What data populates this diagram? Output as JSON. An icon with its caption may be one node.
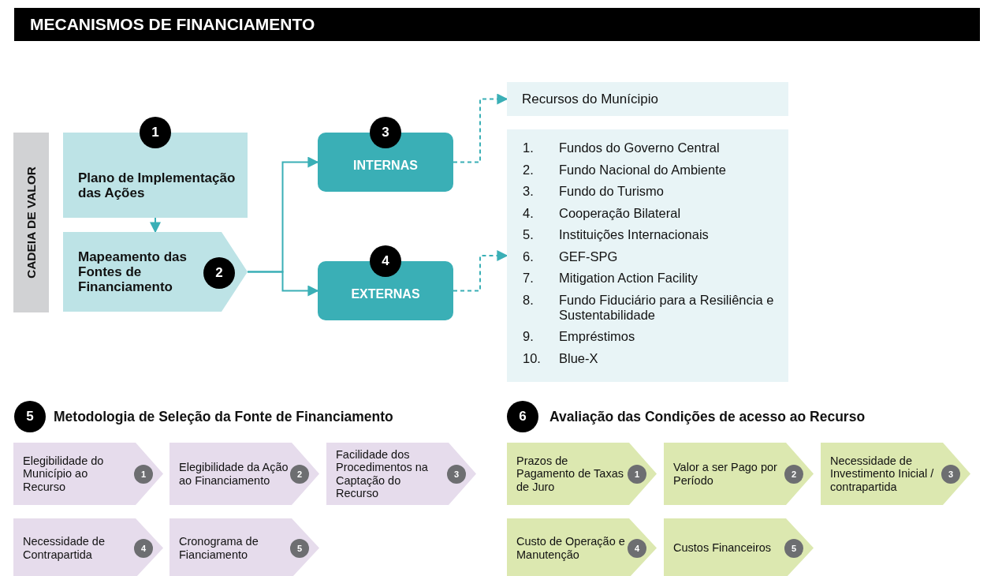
{
  "diagram": {
    "title": "MECANISMOS DE FINANCIAMENTO",
    "nodes": [
      {
        "text": [
          "CADEIA DE VALOR"
        ]
      },
      {
        "text": [
          "1",
          "Plano de Implementação das Ações"
        ]
      },
      {
        "text": [
          "Mapeamento das Fontes de Financiamento",
          "2"
        ]
      },
      {
        "text": [
          "3",
          "INTERNAS"
        ]
      },
      {
        "text": [
          "4",
          "EXTERNAS"
        ]
      },
      {
        "text": [
          "Recursos do Munícipio"
        ]
      },
      {
        "text": [
          "1. Fundos do Governo Central",
          "2. Fundo Nacional do Ambiente",
          "3. Fundo do Turismo",
          "4. Cooperação Bilateral",
          "5. Instituições Internacionais",
          "6. GEF-SPG",
          "7. Mitigation Action Facility",
          "8. Fundo Fiduciário para a Resiliência e Sustentabilidade",
          "9. Empréstimos",
          "10. Blue-X"
        ]
      },
      {
        "text": [
          "5"
        ],
        "beside": [
          "Metodologia de Seleção da Fonte de Financiamento"
        ]
      },
      {
        "text": [
          "Elegibilidade do Município ao Recurso",
          "1"
        ]
      },
      {
        "text": [
          "Elegibilidade da Ação ao Financiamento",
          "2"
        ]
      },
      {
        "text": [
          "Facilidade dos Procedimentos na Captação do Recurso",
          "3"
        ]
      },
      {
        "text": [
          "Necessidade de Contrapartida",
          "4"
        ]
      },
      {
        "text": [
          "Cronograma de Fianciamento",
          "5"
        ]
      },
      {
        "text": [
          "6"
        ],
        "beside": [
          "Avaliação das Condições de acesso ao Recurso"
        ]
      },
      {
        "text": [
          "Prazos de Pagamento de Taxas de Juro",
          "1"
        ]
      },
      {
        "text": [
          "Valor a ser Pago por Período",
          "2"
        ]
      },
      {
        "text": [
          "Necessidade de Investimento Inicial / contrapartida",
          "3"
        ]
      },
      {
        "text": [
          "Custo de Operação e Manutenção",
          "4"
        ]
      },
      {
        "text": [
          "Custos Financeiros",
          "5"
        ]
      }
    ],
    "edges": [
      {
        "from": 1,
        "to": 2,
        "arrow": "to"
      },
      {
        "from": 2,
        "to": 3,
        "arrow": "to"
      },
      {
        "from": 2,
        "to": 4,
        "arrow": "to"
      },
      {
        "from": 3,
        "to": 5,
        "arrow": "to",
        "style": "dashed"
      },
      {
        "from": 4,
        "to": 6,
        "arrow": "to",
        "style": "dashed"
      }
    ]
  }
}
